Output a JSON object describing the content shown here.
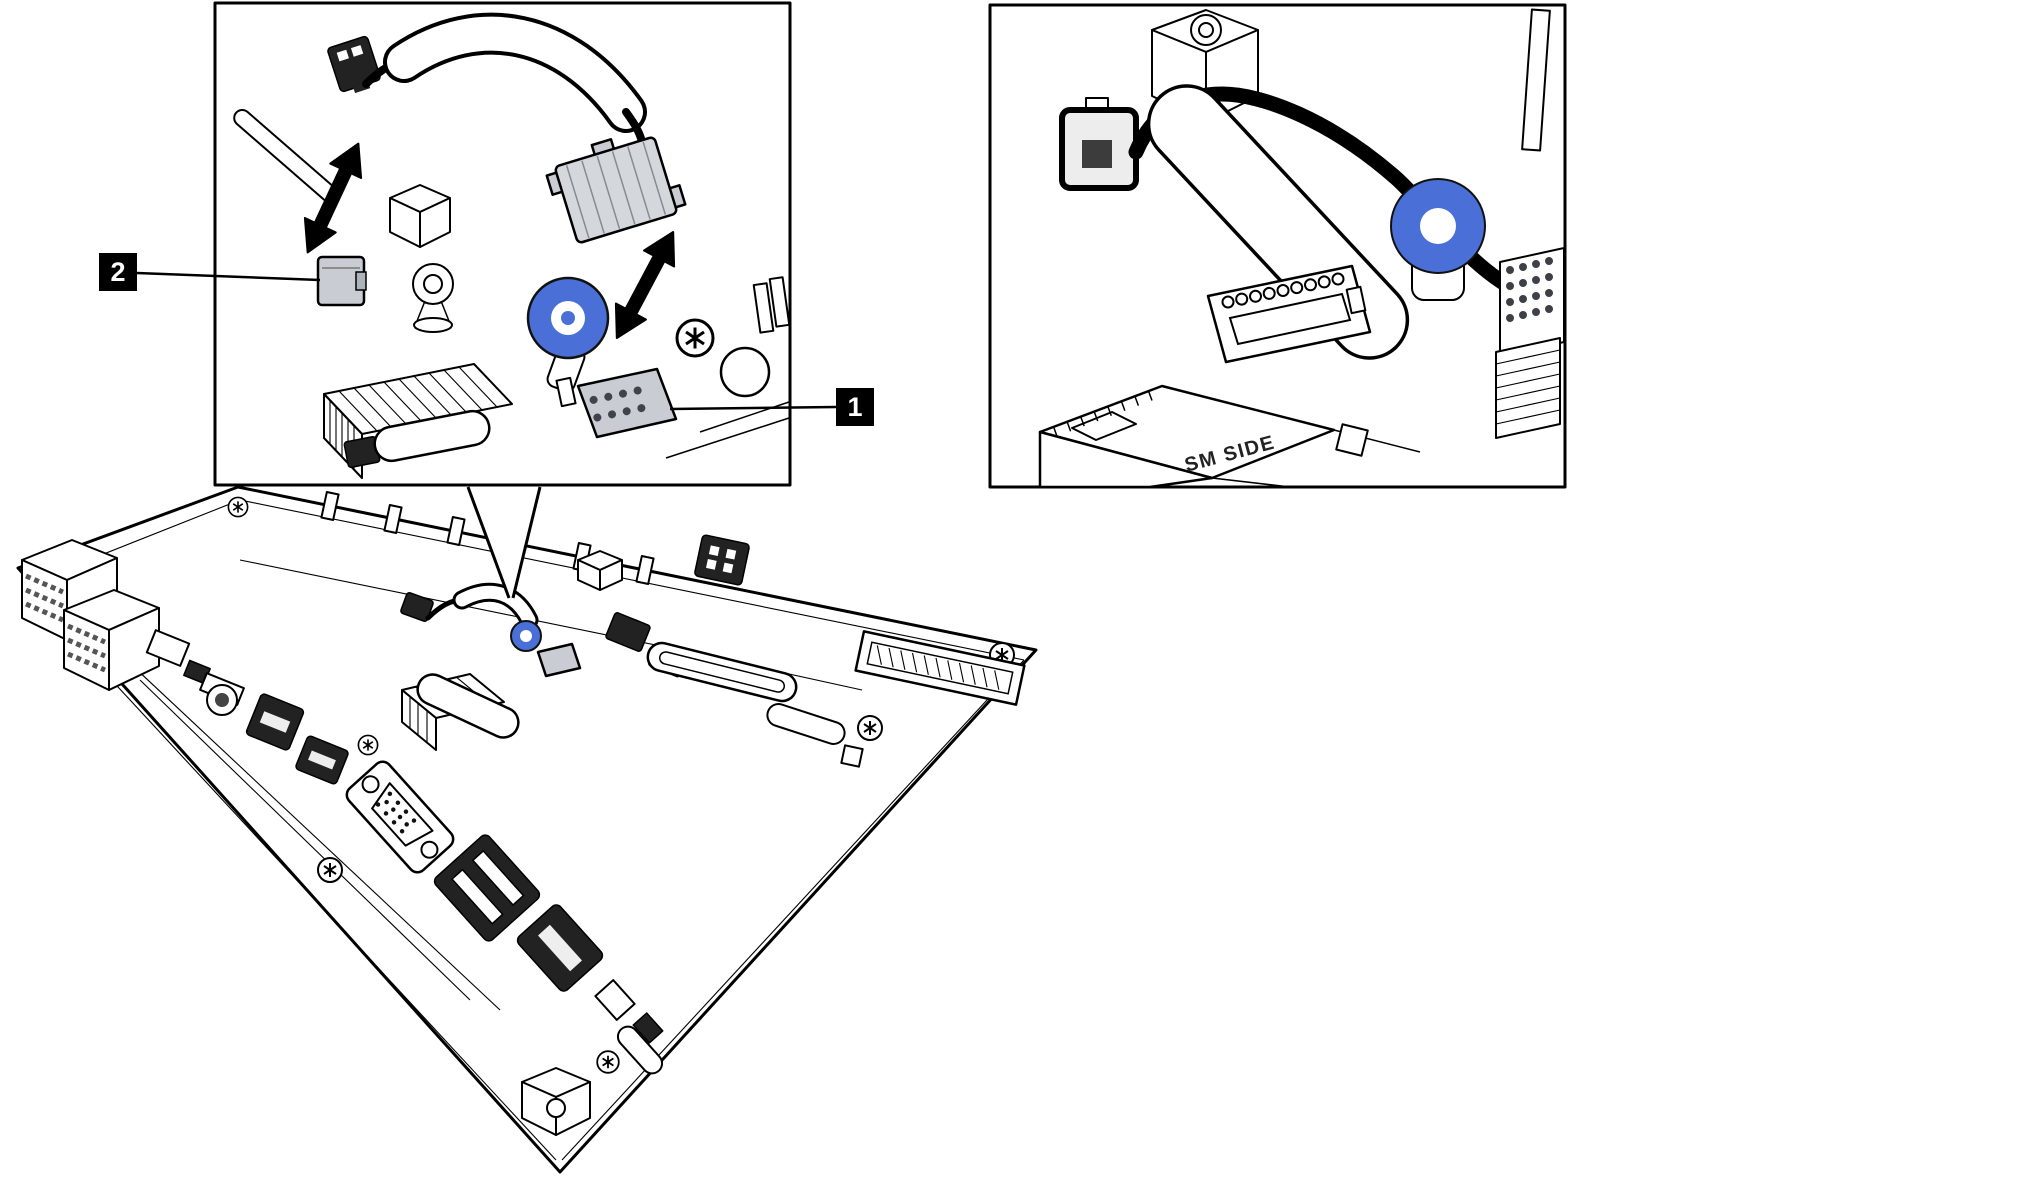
{
  "figure": {
    "type": "hardware-cable-disconnect-diagram",
    "callouts": [
      {
        "label": "1"
      },
      {
        "label": "2"
      }
    ],
    "board_text": {
      "sm_side": "SM SIDE"
    },
    "colors": {
      "outline": "#000000",
      "accent_blue": "#4a6fd6",
      "connector_grey": "#c9ccd3",
      "badge_bg": "#000000",
      "badge_fg": "#ffffff",
      "background": "#ffffff"
    }
  }
}
